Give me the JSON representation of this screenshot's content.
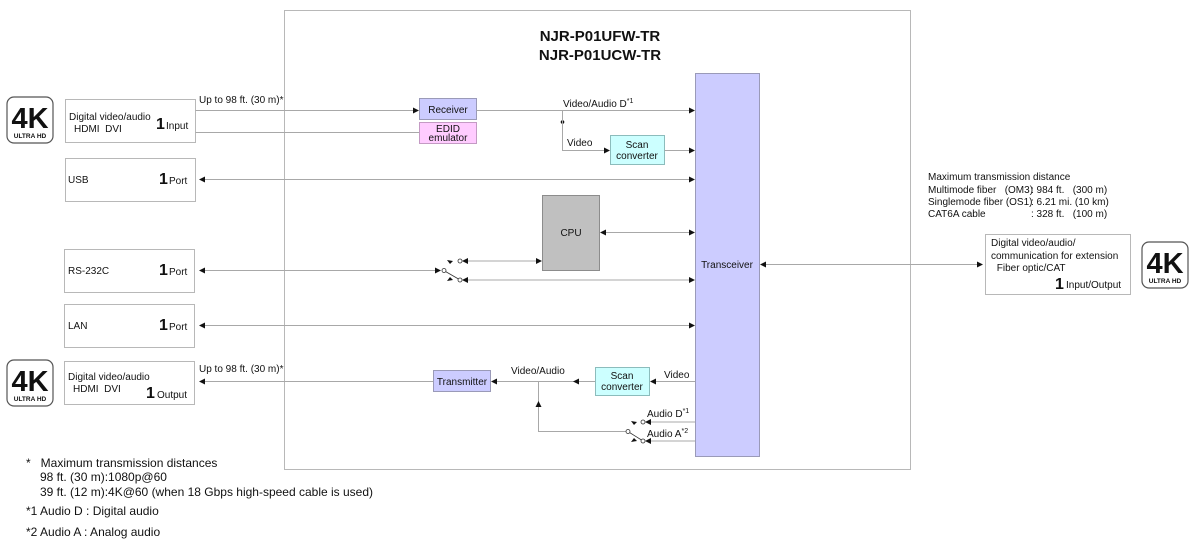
{
  "title": {
    "line1": "NJR-P01UFW-TR",
    "line2": "NJR-P01UCW-TR"
  },
  "colors": {
    "receiver": "#ccccff",
    "edid": "#ffccff",
    "scan_converter": "#ccffff",
    "cpu": "#c0c0c0",
    "transceiver": "#ccccff",
    "transmitter": "#ccccff"
  },
  "badges": {
    "big": "4K",
    "small": "ULTRA HD"
  },
  "left_ports": [
    {
      "id": "hdmi-in",
      "line1": "Digital video/audio",
      "line2": "HDMI  DVI",
      "count": "1",
      "unit": "Input",
      "distance": "Up to 98 ft. (30 m)*"
    },
    {
      "id": "usb",
      "line1": "USB",
      "count": "1",
      "unit": "Port"
    },
    {
      "id": "rs232c",
      "line1": "RS-232C",
      "count": "1",
      "unit": "Port"
    },
    {
      "id": "lan",
      "line1": "LAN",
      "count": "1",
      "unit": "Port"
    },
    {
      "id": "hdmi-out",
      "line1": "Digital video/audio",
      "line2": "HDMI  DVI",
      "count": "1",
      "unit": "Output",
      "distance": "Up to 98 ft. (30 m)*"
    }
  ],
  "blocks": {
    "receiver": "Receiver",
    "edid_1": "EDID",
    "edid_2": "emulator",
    "scan_top_1": "Scan",
    "scan_top_2": "converter",
    "cpu": "CPU",
    "transceiver": "Transceiver",
    "transmitter": "Transmitter",
    "scan_bottom_1": "Scan",
    "scan_bottom_2": "converter"
  },
  "signals": {
    "video_audio_d": "Video/Audio D",
    "video_audio_d_sup": "*1",
    "video_top": "Video",
    "video_bottom": "Video",
    "video_audio": "Video/Audio",
    "audio_d": "Audio D",
    "audio_d_sup": "*1",
    "audio_a": "Audio A",
    "audio_a_sup": "*2"
  },
  "extension": {
    "heading": "Maximum transmission distance",
    "rows": [
      {
        "medium": "Multimode fiber   (OM3)",
        "value": ": 984 ft.   (300 m)"
      },
      {
        "medium": "Singlemode fiber (OS1)",
        "value": ": 6.21 mi. (10 km)"
      },
      {
        "medium": "CAT6A cable",
        "value": ": 328 ft.   (100 m)"
      }
    ],
    "box_line1": "Digital video/audio/",
    "box_line2": "communication for extension",
    "box_line3": " Fiber optic/CAT",
    "count": "1",
    "unit": "Input/Output"
  },
  "footnotes": {
    "star_head": "*   Maximum transmission distances",
    "star_l1": "98 ft. (30 m):1080p@60",
    "star_l2": "39 ft. (12 m):4K@60 (when 18 Gbps high-speed cable is used)",
    "n1": "*1 Audio D : Digital audio",
    "n2": "*2 Audio A : Analog audio"
  }
}
